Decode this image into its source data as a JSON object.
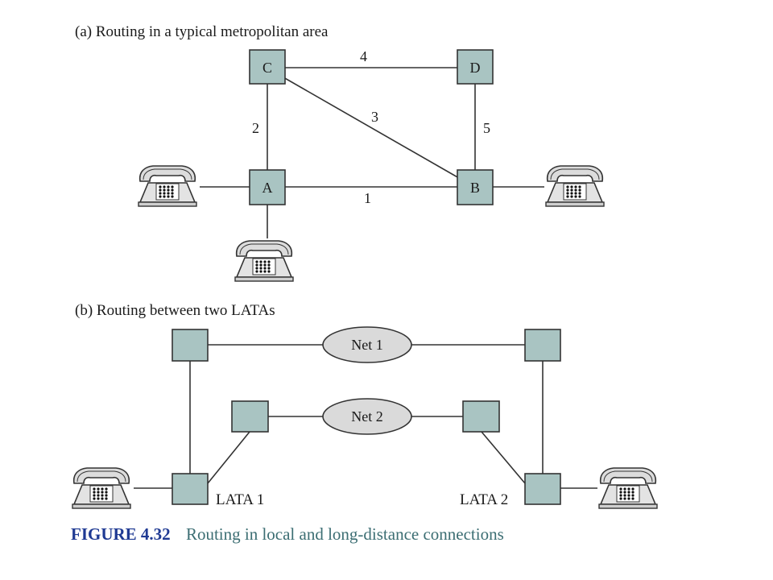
{
  "colors": {
    "node_fill": "#a9c4c2",
    "stroke": "#333333",
    "caption_number": "#1f3a93",
    "caption_text": "#3c6e73"
  },
  "part_a": {
    "title": "(a) Routing in a typical metropolitan area",
    "nodes": [
      "A",
      "B",
      "C",
      "D"
    ],
    "links": [
      {
        "from": "A",
        "to": "B",
        "weight": "1"
      },
      {
        "from": "A",
        "to": "C",
        "weight": "2"
      },
      {
        "from": "C",
        "to": "B",
        "weight": "3"
      },
      {
        "from": "C",
        "to": "D",
        "weight": "4"
      },
      {
        "from": "D",
        "to": "B",
        "weight": "5"
      }
    ],
    "telephones": [
      "telephone-icon",
      "telephone-icon",
      "telephone-icon"
    ]
  },
  "part_b": {
    "title": "(b) Routing between two LATAs",
    "networks": [
      "Net 1",
      "Net 2"
    ],
    "lata_labels": [
      "LATA 1",
      "LATA 2"
    ],
    "telephones": [
      "telephone-icon",
      "telephone-icon"
    ]
  },
  "caption": {
    "number": "FIGURE 4.32",
    "text": "Routing in local and long-distance connections"
  }
}
